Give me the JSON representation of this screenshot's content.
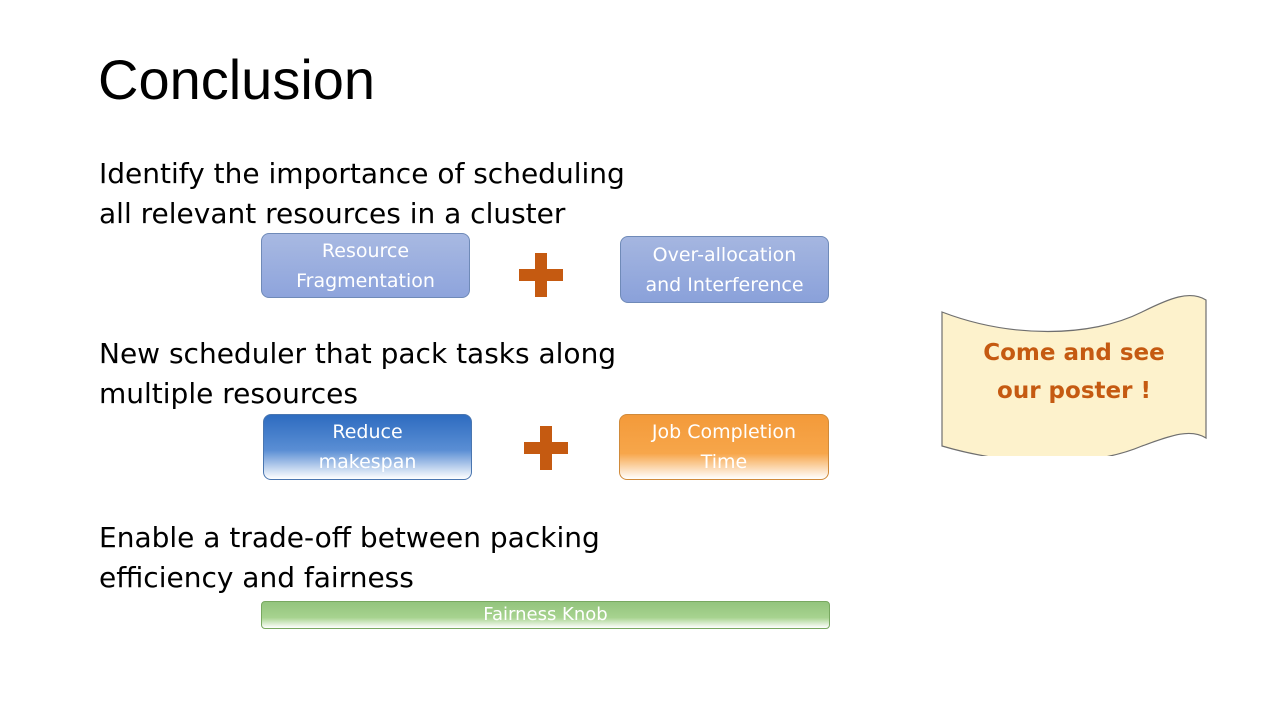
{
  "slide": {
    "title": "Conclusion",
    "bullets": [
      {
        "line1": "Identify the importance of scheduling",
        "line2": "all relevant resources in a cluster"
      },
      {
        "line1": "New scheduler that pack tasks along",
        "line2": "multiple resources"
      },
      {
        "line1": "Enable a trade-off between packing",
        "line2": "efficiency and fairness"
      }
    ],
    "boxes": {
      "fragmentation": {
        "line1": "Resource",
        "line2": "Fragmentation"
      },
      "overallocation": {
        "line1": "Over-allocation",
        "line2": "and Interference"
      },
      "makespan": {
        "line1": "Reduce",
        "line2": "makespan"
      },
      "completion": {
        "line1": "Job Completion",
        "line2": "Time"
      },
      "knob": "Fairness Knob"
    },
    "callout": {
      "line1": "Come and see",
      "line2": "our poster !"
    }
  },
  "colors": {
    "accent": "#c55a11",
    "blue_box": "#8ea4dc",
    "dark_blue_box": "#2e6cc0",
    "orange_box": "#f39a3a",
    "green_box": "#93c47d",
    "callout_fill": "#fdf2cc"
  },
  "icons": [
    "plus-icon",
    "scroll-icon"
  ]
}
